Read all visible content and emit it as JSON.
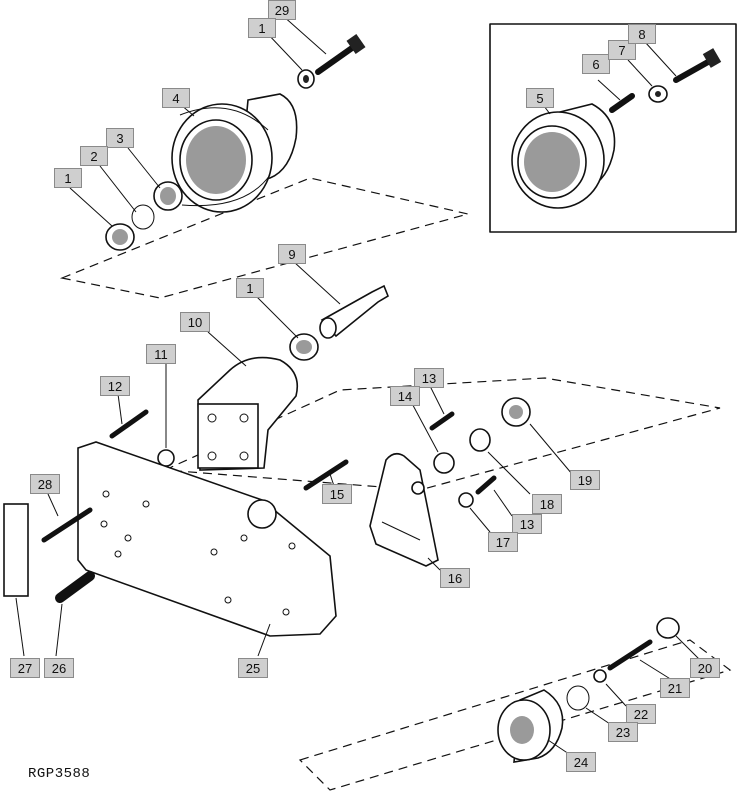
{
  "figure_id": "RGP3588",
  "callouts": {
    "c29": "29",
    "c1a": "1",
    "c4": "4",
    "c3": "3",
    "c2": "2",
    "c1b": "1",
    "c5": "5",
    "c6": "6",
    "c7": "7",
    "c8": "8",
    "c9": "9",
    "c1c": "1",
    "c10": "10",
    "c11": "11",
    "c12": "12",
    "c13a": "13",
    "c14": "14",
    "c19": "19",
    "c18": "18",
    "c13b": "13",
    "c17": "17",
    "c16": "16",
    "c15": "15",
    "c28": "28",
    "c27": "27",
    "c26": "26",
    "c25": "25",
    "c20": "20",
    "c21": "21",
    "c22": "22",
    "c23": "23",
    "c24": "24"
  }
}
